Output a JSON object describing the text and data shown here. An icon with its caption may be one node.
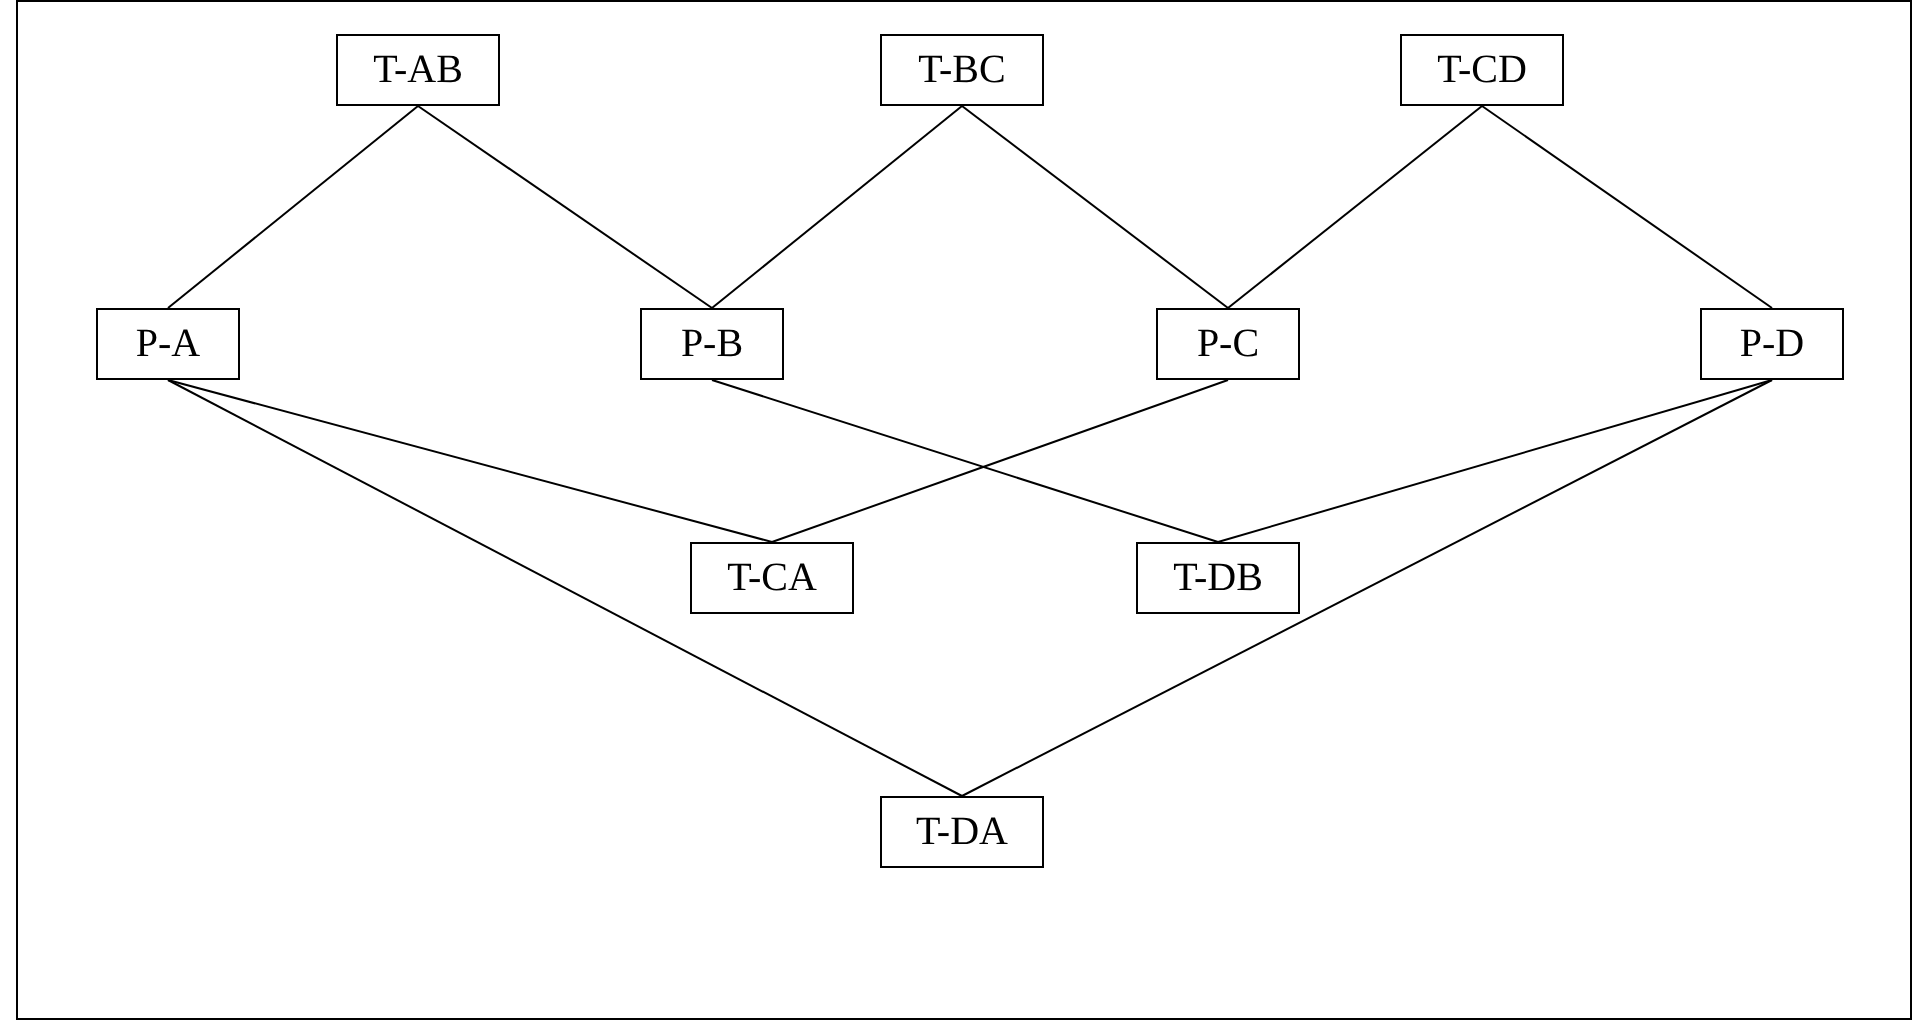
{
  "diagram": {
    "nodes": [
      {
        "text": [
          "T-AB"
        ]
      },
      {
        "text": [
          "T-BC"
        ]
      },
      {
        "text": [
          "T-CD"
        ]
      },
      {
        "text": [
          "P-A"
        ]
      },
      {
        "text": [
          "P-B"
        ]
      },
      {
        "text": [
          "P-C"
        ]
      },
      {
        "text": [
          "P-D"
        ]
      },
      {
        "text": [
          "T-CA"
        ]
      },
      {
        "text": [
          "T-DB"
        ]
      },
      {
        "text": [
          "T-DA"
        ]
      }
    ],
    "edges": [
      {
        "from": 0,
        "to": 3,
        "arrow": "none"
      },
      {
        "from": 0,
        "to": 4,
        "arrow": "none"
      },
      {
        "from": 1,
        "to": 4,
        "arrow": "none"
      },
      {
        "from": 1,
        "to": 5,
        "arrow": "none"
      },
      {
        "from": 2,
        "to": 5,
        "arrow": "none"
      },
      {
        "from": 2,
        "to": 6,
        "arrow": "none"
      },
      {
        "from": 3,
        "to": 7,
        "arrow": "none"
      },
      {
        "from": 5,
        "to": 7,
        "arrow": "none"
      },
      {
        "from": 4,
        "to": 8,
        "arrow": "none"
      },
      {
        "from": 6,
        "to": 8,
        "arrow": "none"
      },
      {
        "from": 3,
        "to": 9,
        "arrow": "none"
      },
      {
        "from": 6,
        "to": 9,
        "arrow": "none"
      }
    ]
  }
}
